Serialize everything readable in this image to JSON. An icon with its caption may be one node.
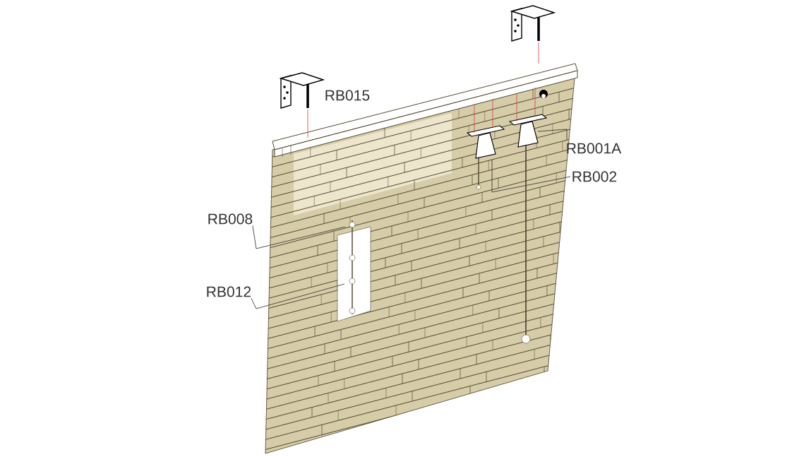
{
  "diagram": {
    "nodes": [
      {
        "text": [
          "RB001A"
        ]
      },
      {
        "text": [
          "RB002"
        ]
      },
      {
        "text": [
          "RB008"
        ]
      },
      {
        "text": [
          "RB012"
        ]
      }
    ],
    "edges": [
      {
        "from": 0,
        "to": null,
        "arrow": "none"
      },
      {
        "from": 1,
        "to": null,
        "arrow": "none"
      },
      {
        "from": 2,
        "to": null,
        "arrow": "none"
      },
      {
        "from": 3,
        "to": null,
        "arrow": "none"
      }
    ],
    "labels": [
      "RB015"
    ]
  }
}
